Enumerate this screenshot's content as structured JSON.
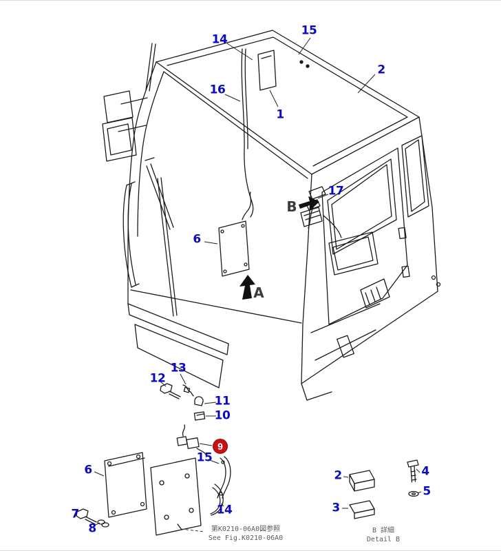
{
  "colors": {
    "callout": "#0a0ac0",
    "letter": "#3c3c3c",
    "badge_bg": "#c61212",
    "badge_text": "#ffffff",
    "line": "#1a1a1a",
    "note": "#5a5a5a"
  },
  "callouts": {
    "c14_top": {
      "label": "14"
    },
    "c15_top": {
      "label": "15"
    },
    "c2_cab": {
      "label": "2"
    },
    "c16": {
      "label": "16"
    },
    "c1": {
      "label": "1"
    },
    "c17": {
      "label": "17"
    },
    "c6_cab": {
      "label": "6"
    },
    "c13": {
      "label": "13"
    },
    "c12": {
      "label": "12"
    },
    "c11": {
      "label": "11"
    },
    "c10": {
      "label": "10"
    },
    "c9": {
      "label": "9"
    },
    "c15_bottom": {
      "label": "15"
    },
    "c6_bottom": {
      "label": "6"
    },
    "c7": {
      "label": "7"
    },
    "c8": {
      "label": "8"
    },
    "c14_bottom": {
      "label": "14"
    },
    "c2_detail": {
      "label": "2"
    },
    "c3": {
      "label": "3"
    },
    "c4": {
      "label": "4"
    },
    "c5": {
      "label": "5"
    }
  },
  "letters": {
    "a": {
      "label": "A"
    },
    "b": {
      "label": "B"
    }
  },
  "notes": {
    "fig_ref_line1": "第K0210-06A0図参照",
    "fig_ref_line2": "See Fig.K0210-06A0",
    "detail_line1": "B 詳細",
    "detail_line2": "Detail B"
  }
}
